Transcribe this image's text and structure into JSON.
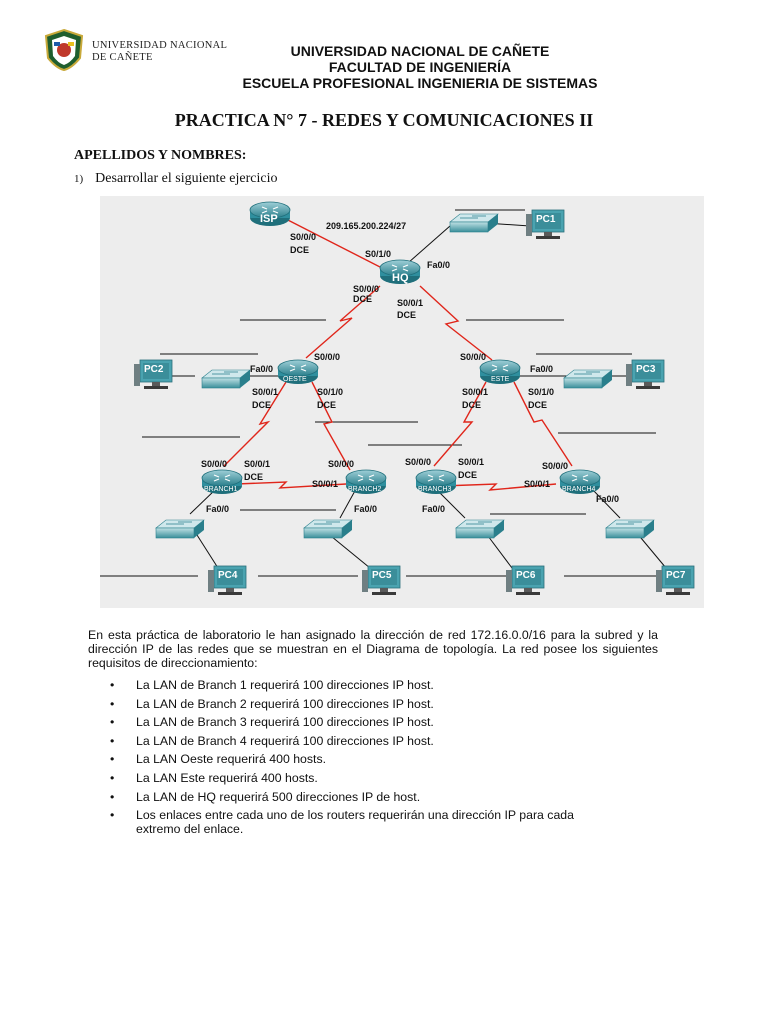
{
  "header": {
    "logo_line1": "Universidad Nacional",
    "logo_line2": "de Cañete",
    "university": "UNIVERSIDAD NACIONAL DE CAÑETE",
    "faculty": "FACULTAD DE INGENIERÍA",
    "school": "ESCUELA PROFESIONAL INGENIERIA DE SISTEMAS"
  },
  "title": "PRACTICA N° 7 - REDES Y COMUNICACIONES II",
  "names_label": "APELLIDOS Y NOMBRES:",
  "item1": {
    "number": "1)",
    "text": "Desarrollar el siguiente ejercicio"
  },
  "diagram": {
    "network_label": "209.165.200.224/27",
    "routers": {
      "isp": "ISP",
      "hq": "HQ",
      "oeste": "OESTE",
      "este": "ESTE",
      "branch1": "BRANCH1",
      "branch2": "BRANCH2",
      "branch3": "BRANCH3",
      "branch4": "BRANCH4"
    },
    "pcs": {
      "pc1": "PC1",
      "pc2": "PC2",
      "pc3": "PC3",
      "pc4": "PC4",
      "pc5": "PC5",
      "pc6": "PC6",
      "pc7": "PC7"
    },
    "ports": {
      "s000": "S0/0/0",
      "s001": "S0/0/1",
      "s010": "S0/1/0",
      "fa00": "Fa0/0",
      "dce": "DCE"
    }
  },
  "intro": "En esta práctica de laboratorio le han asignado la dirección de red 172.16.0.0/16 para la subred y la dirección IP de las redes que se muestran en el Diagrama de topología. La red posee los siguientes requisitos de direccionamiento:",
  "bullet_char": "•",
  "requirements": [
    "La LAN de Branch 1 requerirá 100 direcciones IP host.",
    "La LAN de Branch 2 requerirá 100 direcciones IP host.",
    "La LAN de Branch 3 requerirá 100 direcciones IP host.",
    "La LAN de Branch 4 requerirá 100 direcciones IP host.",
    "La LAN Oeste requerirá 400 hosts.",
    "La LAN Este requerirá 400 hosts.",
    "La LAN de HQ requerirá 500 direcciones IP de host.",
    "Los enlaces entre cada uno de los routers requerirán una dirección IP para cada extremo del enlace."
  ],
  "colors": {
    "serial_link": "#e0261b",
    "router_body": "#2f8f9e",
    "switch_body": "#3d9aa6",
    "pc_body": "#4aa3b0",
    "diagram_bg": "#dcdcdc"
  }
}
